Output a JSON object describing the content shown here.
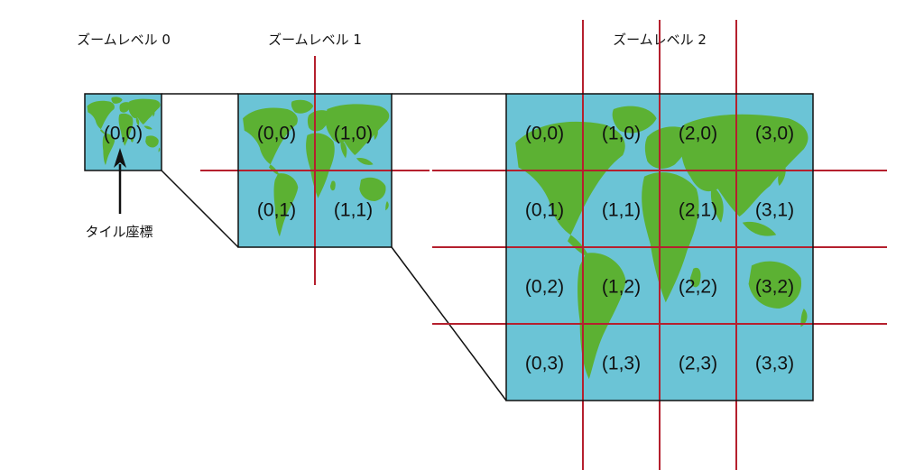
{
  "levels": [
    {
      "title": "ズームレベル 0",
      "grid": 1,
      "tiles": [
        "(0,0)"
      ]
    },
    {
      "title": "ズームレベル 1",
      "grid": 2,
      "tiles": [
        "(0,0)",
        "(1,0)",
        "(0,1)",
        "(1,1)"
      ]
    },
    {
      "title": "ズームレベル 2",
      "grid": 4,
      "tiles": [
        "(0,0)",
        "(1,0)",
        "(2,0)",
        "(3,0)",
        "(0,1)",
        "(1,1)",
        "(2,1)",
        "(3,1)",
        "(0,2)",
        "(1,2)",
        "(2,2)",
        "(3,2)",
        "(0,3)",
        "(1,3)",
        "(2,3)",
        "(3,3)"
      ]
    }
  ],
  "annotation": {
    "label": "タイル座標"
  },
  "colors": {
    "ocean": "#6bc4d6",
    "land": "#5cb133",
    "gridline": "#b5202e",
    "outline": "#111111"
  }
}
